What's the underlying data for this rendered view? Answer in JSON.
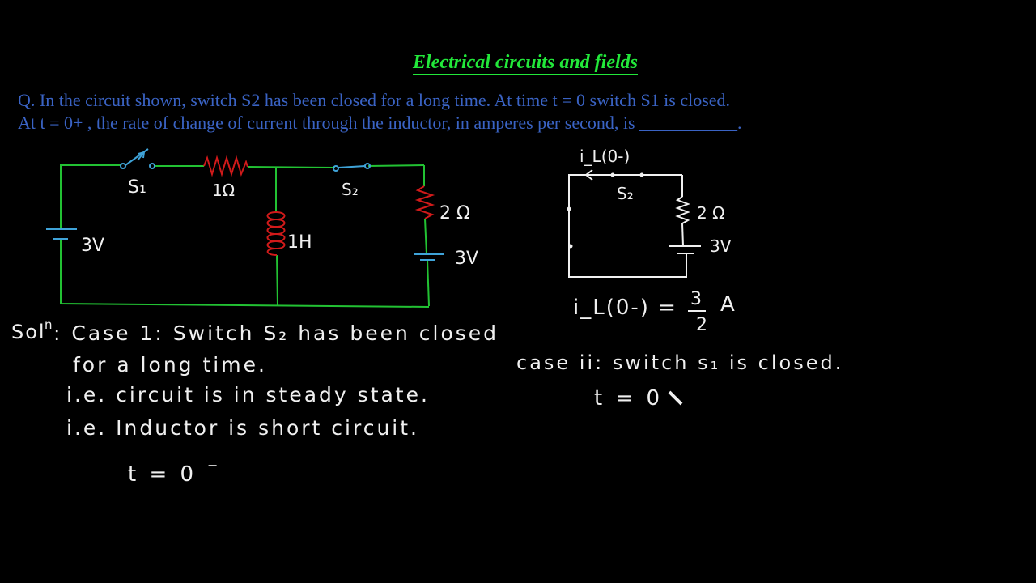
{
  "title": "Electrical circuits and fields",
  "question": {
    "line1": "Q. In the circuit shown, switch S2 has been closed for a long time. At time t = 0 switch S1 is closed.",
    "line2": "At t = 0+ , the rate of change of current through the inductor, in amperes per second, is ___________."
  },
  "circuit_left": {
    "s1_label": "S₁",
    "r1_label": "1Ω",
    "s2_label": "S₂",
    "r2_label": "2 Ω",
    "l_label": "1H",
    "v1_label": "3V",
    "v2_label": "3V"
  },
  "circuit_right": {
    "current_label": "i_L(0-)",
    "s2_label": "S₂",
    "r_label": "2 Ω",
    "v_label": "3V"
  },
  "notes_right": {
    "il_left": "i_L(0-) =",
    "frac_num": "3",
    "frac_den": "2",
    "unit": "A",
    "case2": "case ii: switch s₁ is closed.",
    "t0plus": "t = 0"
  },
  "solution": {
    "prefix": "Sol",
    "prefix_sup": "n",
    "line1": ": Case 1: Switch S₂ has been closed",
    "line2": "for a long time.",
    "line3": "i.e. circuit is in steady state.",
    "line4": "i.e. Inductor is short circuit.",
    "t0minus": "t = 0",
    "t0minus_sup": "−"
  },
  "colors": {
    "background": "#000000",
    "title": "#22e83a",
    "question": "#3a63c4",
    "wire": "#22c233",
    "switch": "#3fa3d8",
    "resistor_left": "#d11a1a",
    "ink": "#f0f0f0"
  }
}
